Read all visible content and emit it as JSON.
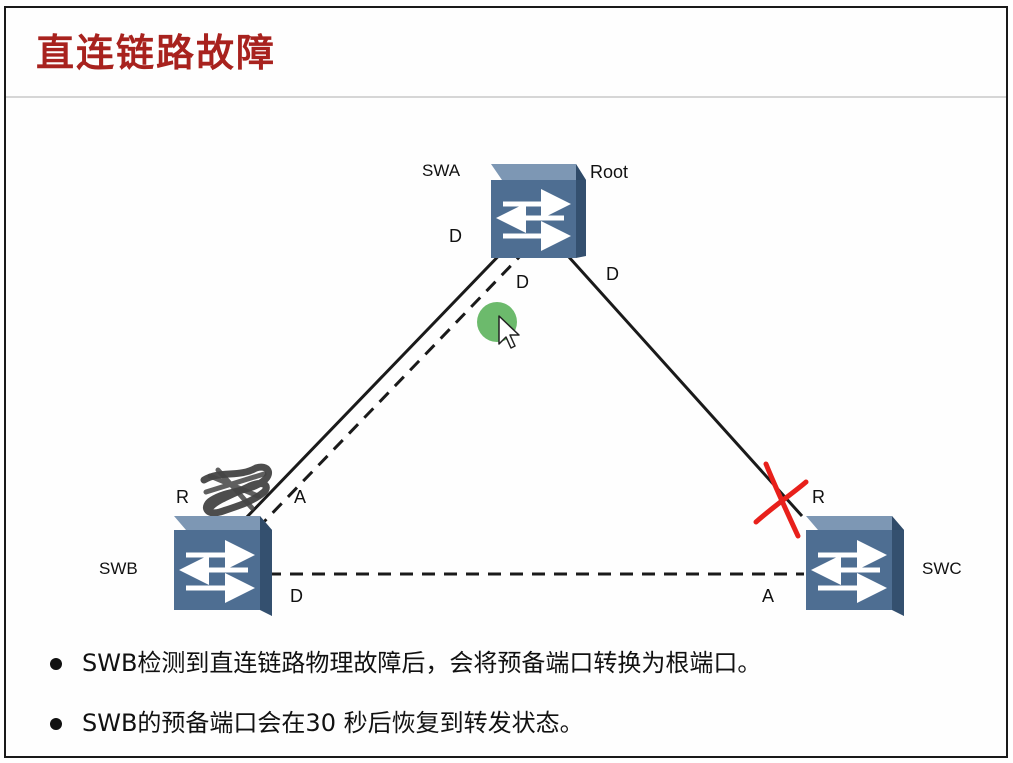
{
  "slide": {
    "title": "直连链路故障"
  },
  "diagram": {
    "switches": {
      "swa": {
        "name": "SWA",
        "extra_label": "Root"
      },
      "swb": {
        "name": "SWB"
      },
      "swc": {
        "name": "SWC"
      }
    },
    "port_labels": {
      "swa_left": "D",
      "swa_dashed": "D",
      "swa_right": "D",
      "swb_root": "R",
      "swb_alt": "A",
      "swb_bottom": "D",
      "swc_root": "R",
      "swc_alt": "A"
    },
    "fault_marker": "x-mark-icon",
    "cursor": "mouse-pointer-icon",
    "colors": {
      "switch_body": "#4e6e92",
      "fault_mark": "#e8201b",
      "highlight_dot": "#5cb25c",
      "title": "#a8221e"
    }
  },
  "bullets": [
    "SWB检测到直连链路物理故障后，会将预备端口转换为根端口。",
    "SWB的预备端口会在30 秒后恢复到转发状态。"
  ]
}
